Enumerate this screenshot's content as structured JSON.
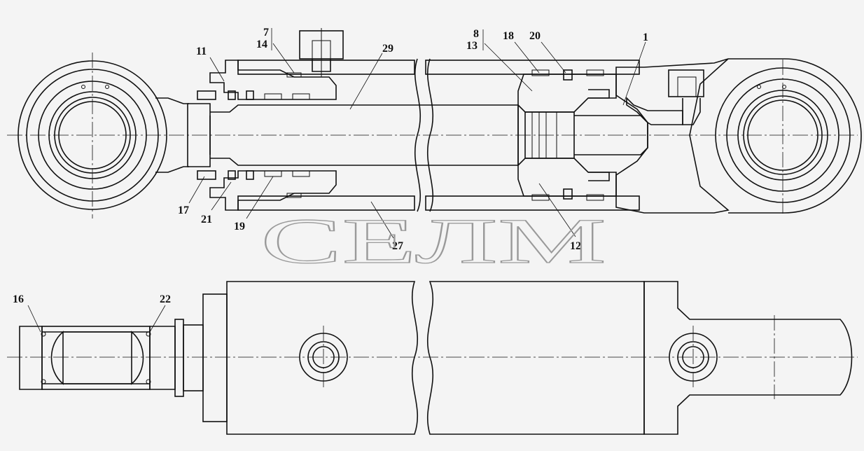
{
  "callouts": [
    "7",
    "14",
    "11",
    "29",
    "8",
    "13",
    "18",
    "20",
    "1",
    "17",
    "21",
    "19",
    "27",
    "12",
    "16",
    "22"
  ],
  "watermark": "СЕЛМ",
  "colors": {
    "line": "#111111",
    "background": "#f4f4f4",
    "watermark": "#9a9a9a"
  }
}
